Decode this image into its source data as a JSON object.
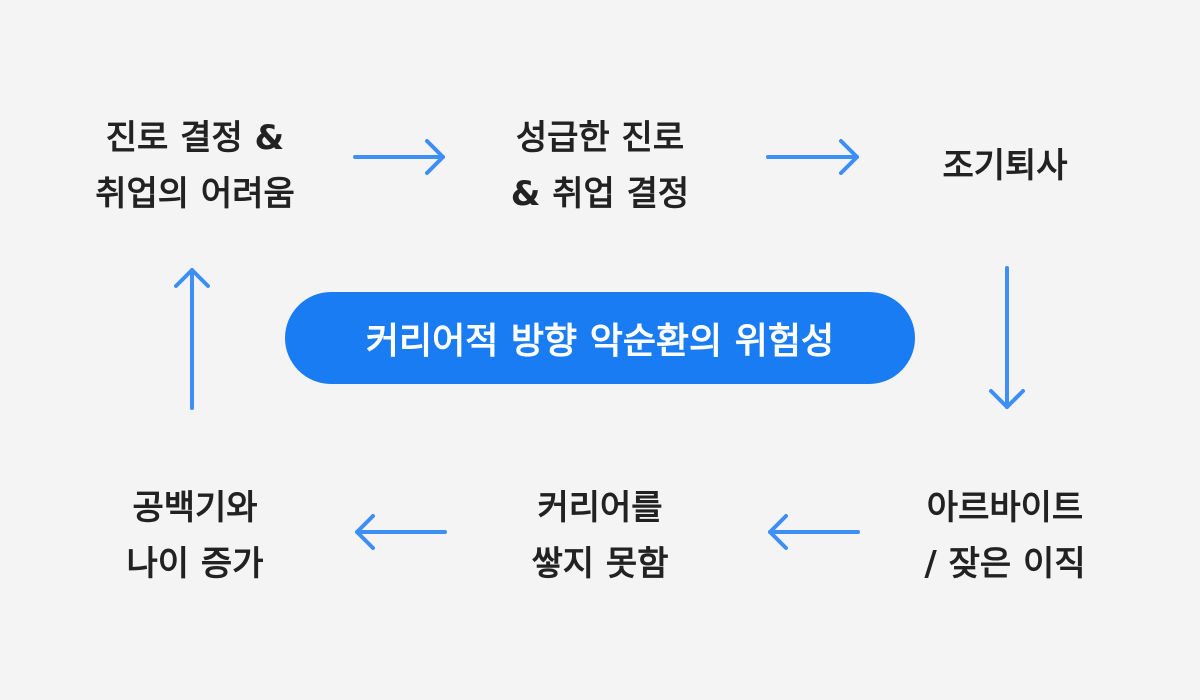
{
  "diagram": {
    "center_label": "커리어적 방향 악순환의 위험성",
    "nodes": [
      {
        "lines": [
          "진로 결정 &",
          "취업의 어려움"
        ]
      },
      {
        "lines": [
          "성급한 진로",
          "& 취업 결정"
        ]
      },
      {
        "lines": [
          "조기퇴사"
        ]
      },
      {
        "lines": [
          "아르바이트",
          "/ 잦은 이직"
        ]
      },
      {
        "lines": [
          "커리어를",
          "쌓지 못함"
        ]
      },
      {
        "lines": [
          "공백기와",
          "나이 증가"
        ]
      }
    ],
    "colors": {
      "background": "#f4f4f4",
      "accent": "#1a7cf3",
      "arrow": "#3d8ef5",
      "text": "#222222"
    }
  }
}
